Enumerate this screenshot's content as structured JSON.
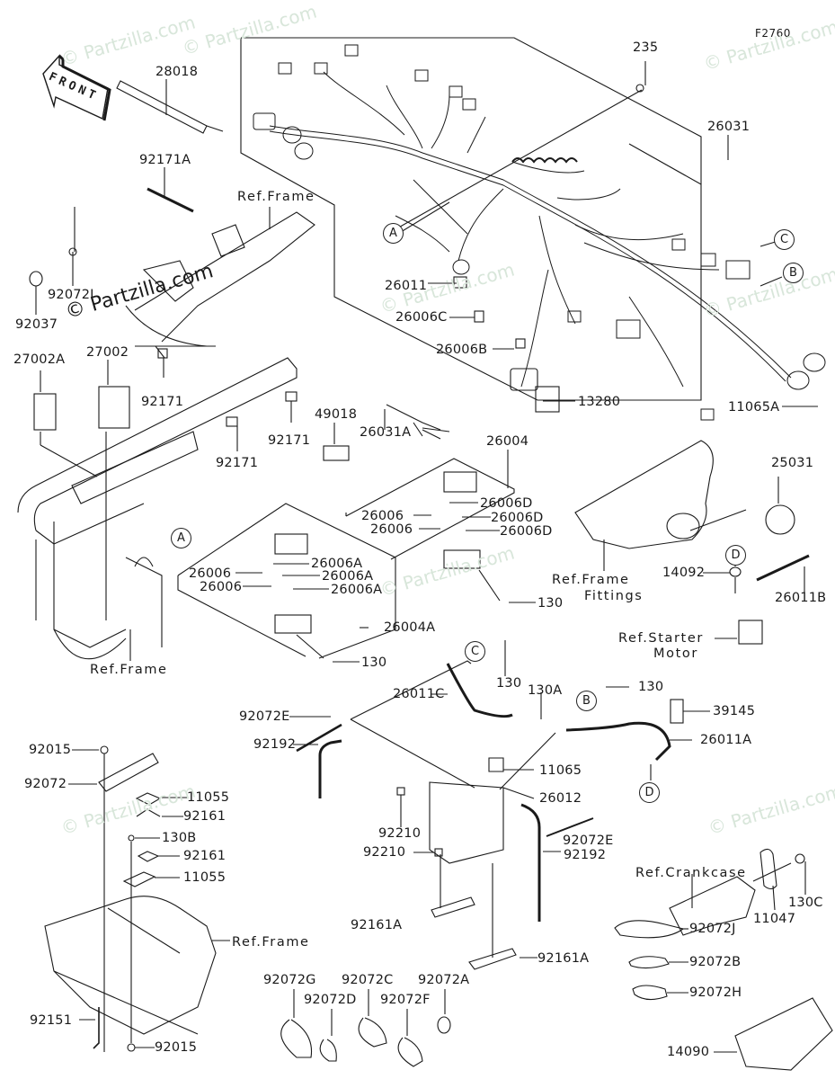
{
  "figure_id": "F2760",
  "front_arrow_label": "FRONT",
  "watermarks": [
    "© Partzilla.com",
    "© Partzilla.com",
    "© Partzilla.com",
    "© Partzilla.com",
    "© Partzilla.com",
    "© Partzilla.com",
    "© Partzilla.com",
    "© Partzilla.com"
  ],
  "watermark_main": "© Partzilla.com",
  "callouts": {
    "A": "A",
    "B": "B",
    "C": "C",
    "D": "D"
  },
  "refs": {
    "frame_top": "Ref.Frame",
    "frame_mid": "Ref.Frame",
    "frame_bottom": "Ref.Frame",
    "frame_fittings_1": "Ref.Frame",
    "frame_fittings_2": "Fittings",
    "starter_motor_1": "Ref.Starter",
    "starter_motor_2": "Motor",
    "crankcase": "Ref.Crankcase"
  },
  "parts": {
    "p28018": "28018",
    "p235": "235",
    "p26031": "26031",
    "p92171A": "92171A",
    "p92072I": "92072I",
    "p92037": "92037",
    "p27002A": "27002A",
    "p27002": "27002",
    "p92171_a": "92171",
    "p92171_b": "92171",
    "p92171_c": "92171",
    "p26011": "26011",
    "p26006C": "26006C",
    "p26006B": "26006B",
    "p13280": "13280",
    "p11065A": "11065A",
    "p26031A": "26031A",
    "p49018": "49018",
    "p26004": "26004",
    "p26006_d1": "26006",
    "p26006_d2": "26006",
    "p26006D_1": "26006D",
    "p26006D_2": "26006D",
    "p26006D_3": "26006D",
    "p26006_a1": "26006",
    "p26006_a2": "26006",
    "p26006A_1": "26006A",
    "p26006A_2": "26006A",
    "p26006A_3": "26006A",
    "p26004A": "26004A",
    "p130_1": "130",
    "p130_2": "130",
    "p130_3": "130",
    "p130_4": "130",
    "p130A": "130A",
    "p130B": "130B",
    "p130C": "130C",
    "p25031": "25031",
    "p14092": "14092",
    "p26011B": "26011B",
    "p26011C": "26011C",
    "p26011A": "26011A",
    "p39145": "39145",
    "p92072E_1": "92072E",
    "p92072E_2": "92072E",
    "p92192_1": "92192",
    "p92192_2": "92192",
    "p11065": "11065",
    "p26012": "26012",
    "p92210_1": "92210",
    "p92210_2": "92210",
    "p92015_1": "92015",
    "p92015_2": "92015",
    "p92072": "92072",
    "p11055_1": "11055",
    "p11055_2": "11055",
    "p92161_1": "92161",
    "p92161_2": "92161",
    "p92161A_1": "92161A",
    "p92161A_2": "92161A",
    "p92151": "92151",
    "p11047": "11047",
    "p92072J": "92072J",
    "p92072B": "92072B",
    "p92072H": "92072H",
    "p14090": "14090",
    "p92072G": "92072G",
    "p92072D": "92072D",
    "p92072C": "92072C",
    "p92072F": "92072F",
    "p92072A": "92072A"
  }
}
